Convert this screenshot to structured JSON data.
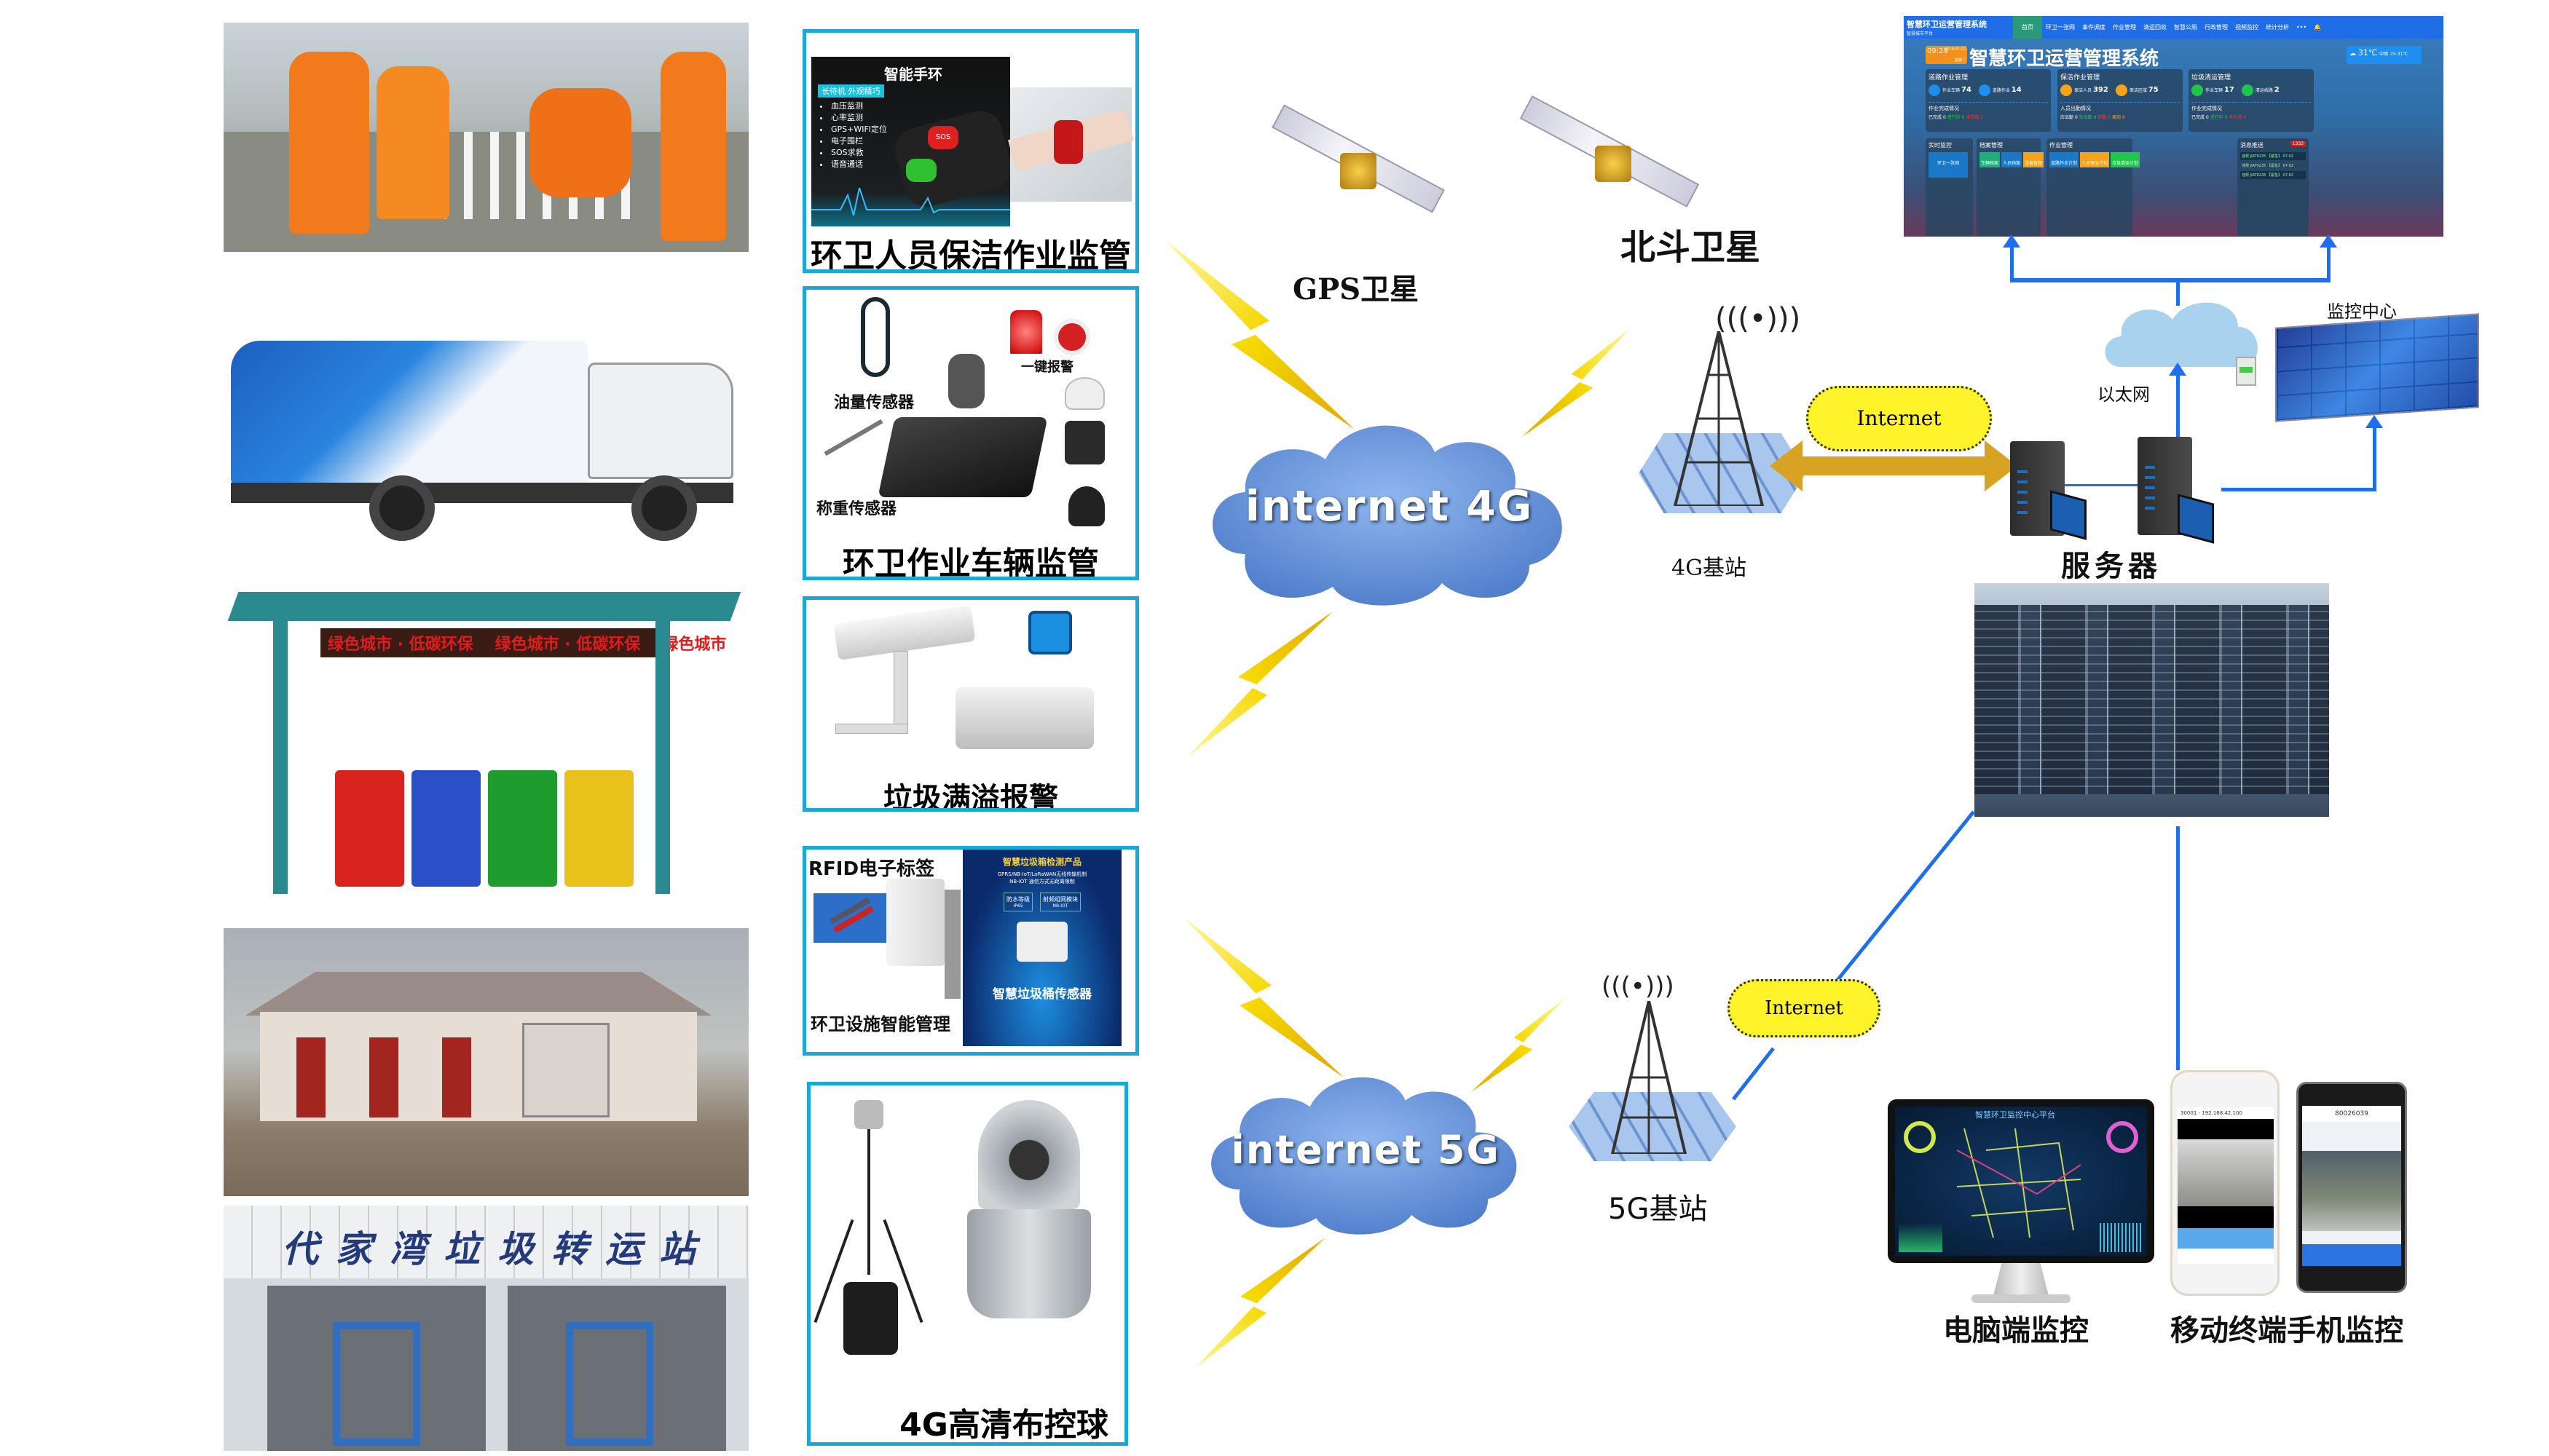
{
  "left_photos": {
    "workers": {
      "name": "workers-photo"
    },
    "truck": {
      "name": "garbage-truck-photo"
    },
    "shelter": {
      "sign_text": "绿色城市 · 低碳环保",
      "sign_text_2": "绿色城市 · 低碳环保",
      "sign_text_3": "绿色城市"
    },
    "toilet": {
      "name": "public-toilet-photo"
    },
    "station": {
      "sign_text": "代家湾垃圾转运站"
    }
  },
  "panels": {
    "wristband": {
      "title": "智能手环",
      "tag": "长待机 外观精巧",
      "features": [
        "血压监测",
        "心率监测",
        "GPS+WIFI定位",
        "电子围栏",
        "SOS求救",
        "语音通话"
      ],
      "sos": "SOS",
      "caption": "环卫人员保洁作业监管"
    },
    "vehicle": {
      "oil_sensor": "油量传感器",
      "alarm": "一键报警",
      "weight_sensor": "称重传感器",
      "caption": "环卫作业车辆监管"
    },
    "overflow": {
      "caption": "垃圾满溢报警"
    },
    "facility": {
      "rfid": "RFID电子标签",
      "caption": "环卫设施智能管理",
      "poster_title": "智慧垃圾箱检测产品",
      "poster_line1": "GPRS/NB-IoT/LoRaWAN无线传输机制",
      "poster_line2": "NB-IOT 通信方式无距离限制",
      "box1_title": "防水等级",
      "box1_value": "IP65",
      "box2_title": "射频组网模块",
      "box2_value": "NB-IOT",
      "poster_product": "智慧垃圾桶传感器"
    },
    "dome": {
      "caption": "4G高清布控球"
    }
  },
  "network": {
    "gps_label": "GPS卫星",
    "beidou_label": "北斗卫星",
    "cloud_4g": "internet 4G",
    "cloud_5g": "internet 5G",
    "base_4g": "4G基站",
    "base_5g": "5G基站",
    "internet_1": "Internet",
    "internet_2": "Internet",
    "ethernet": "以太网",
    "monitor_center": "监控中心",
    "server": "服务器"
  },
  "dashboard": {
    "app_title": "智慧环卫运营管理系统",
    "app_subtitle": "智慧城市平台",
    "nav": [
      "首页",
      "环卫一张网",
      "事件调度",
      "作业管理",
      "清运回收",
      "智慧公厕",
      "行政管理",
      "视频监控",
      "统计分析"
    ],
    "time": "09:29",
    "date": "2019-07-02",
    "weekday": "星期二",
    "big_title": "智慧环卫运营管理系统",
    "temp": "31℃",
    "weather": "中雨",
    "temp_range": "25-31℃",
    "cards": [
      {
        "title": "道路作业管理",
        "k1": "作业车辆",
        "v1": "74",
        "k2": "道路作业",
        "v2": "14",
        "sub": "作业完成情况",
        "s": [
          "已完成",
          "0",
          "进行中",
          "0",
          "未完成",
          "1"
        ]
      },
      {
        "title": "保洁作业管理",
        "k1": "保洁人员",
        "v1": "392",
        "k2": "保洁区域",
        "v2": "75",
        "sub": "人员出勤情况",
        "s": [
          "应出勤",
          "0",
          "实出勤",
          "0",
          "缺勤",
          "0",
          "离岗",
          "0"
        ]
      },
      {
        "title": "垃圾清运管理",
        "k1": "作业车辆",
        "v1": "17",
        "k2": "清运线路",
        "v2": "2",
        "sub": "作业完成情况",
        "s": [
          "已完成",
          "0",
          "进行中",
          "0",
          "未完成",
          "0"
        ]
      }
    ],
    "realtime": {
      "title": "实时监控",
      "tile": "环卫一张网"
    },
    "archive": {
      "title": "档案管理",
      "tiles": [
        "车辆档案",
        "人员档案",
        "设备管理"
      ]
    },
    "work": {
      "title": "作业管理",
      "tiles": [
        "道路作业计划",
        "人员保洁计划",
        "垃圾清运计划"
      ]
    },
    "messages": {
      "title": "消息推送",
      "count": "1333",
      "items": [
        "违规 JIAT0235 【紧急】 07-02",
        "违规 JIAT0235 【紧急】 07-02",
        "违规 JIAT0235 【紧急】 07-02"
      ]
    }
  },
  "clients": {
    "pc_screen_title": "智慧环卫监控中心平台",
    "pc_label": "电脑端监控",
    "phone1_address": "30001 - 192.168.42.100",
    "phone2_id": "80026039",
    "mobile_label": "移动终端手机监控"
  },
  "colors": {
    "panel_border": "#1aa7dc",
    "line_blue": "#1e6ff0",
    "bolt": "#f5d800",
    "cloud": "#5f8fd8"
  }
}
